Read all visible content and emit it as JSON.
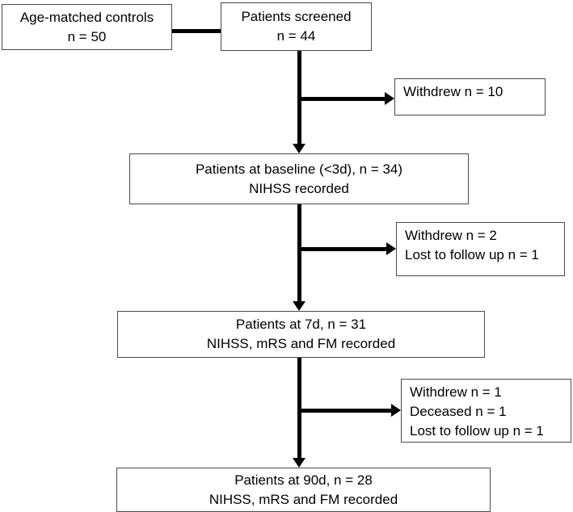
{
  "colors": {
    "arrow": "#000000",
    "box_border": "#4a4a4a",
    "text": "#000000",
    "background": "#ffffff"
  },
  "flowchart": {
    "controls": {
      "line1": "Age-matched controls",
      "line2": "n = 50"
    },
    "screened": {
      "line1": "Patients screened",
      "line2": "n = 44"
    },
    "withdrew_screening": {
      "line1": "Withdrew n = 10"
    },
    "baseline": {
      "line1": "Patients at baseline (<3d), n = 34)",
      "line2": "NIHSS recorded"
    },
    "withdrew_baseline": {
      "line1": "Withdrew n = 2",
      "line2": "Lost to follow up n = 1"
    },
    "day7": {
      "line1": "Patients at 7d, n = 31",
      "line2": "NIHSS, mRS and FM recorded"
    },
    "withdrew_day7": {
      "line1": "Withdrew n = 1",
      "line2": "Deceased n = 1",
      "line3": "Lost to follow up n = 1"
    },
    "day90": {
      "line1": "Patients at 90d, n = 28",
      "line2": "NIHSS, mRS and FM recorded"
    }
  }
}
